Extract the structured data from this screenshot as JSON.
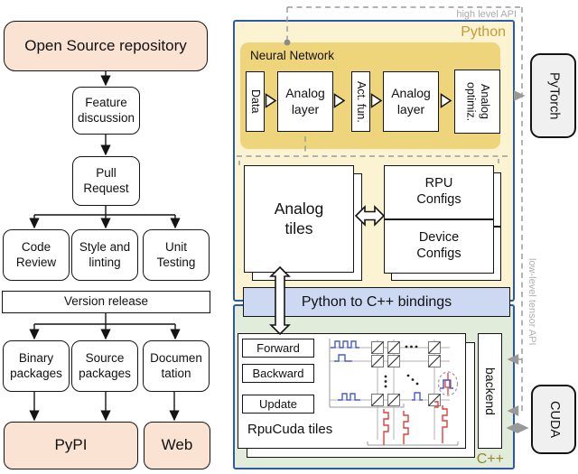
{
  "left_flow": {
    "repo": "Open Source repository",
    "feature_discussion": "Feature\ndiscussion",
    "pull_request": "Pull\nRequest",
    "code_review": "Code\nReview",
    "style_linting": "Style and\nlinting",
    "unit_testing": "Unit\nTesting",
    "version_release": "Version release",
    "binary_packages": "Binary\npackages",
    "source_packages": "Source\npackages",
    "documentation": "Documen\ntation",
    "pypi": "PyPI",
    "web": "Web"
  },
  "right": {
    "high_level_api": "high level API",
    "low_level_api": "low-level tensor API",
    "python_label": "Python",
    "cpp_label": "C++",
    "neural_network": "Neural Network",
    "pipeline": {
      "data": "Data",
      "analog_layer1": "Analog\nlayer",
      "act_fun": "Act. fun.",
      "analog_layer2": "Analog\nlayer",
      "analog_optimizer": "Analog\noptimiz."
    },
    "analog_tiles": "Analog\ntiles",
    "rpu_configs": "RPU\nConfigs",
    "device_configs": "Device\nConfigs",
    "bindings": "Python to C++ bindings",
    "forward": "Forward",
    "backward": "Backward",
    "update": "Update",
    "rpucuda_tiles": "RpuCuda tiles",
    "backend": "backend",
    "pytorch": "PyTorch",
    "cuda": "CUDA"
  },
  "colors": {
    "pink_box": "#fbe3d4",
    "python_bg": "#fcf3d3",
    "neural_network_bg": "#eed57c",
    "blue_border": "#2e5a9e",
    "bindings_bg": "#cdd9f2",
    "cpp_bg": "#e1ecda",
    "module_bg": "#f0f0f0",
    "python_label": "#c49b2f",
    "cpp_label": "#97872a",
    "api_gray": "#aaaaaa",
    "pulse_blue": "#4a5fc0",
    "pulse_red": "#e0403a"
  }
}
